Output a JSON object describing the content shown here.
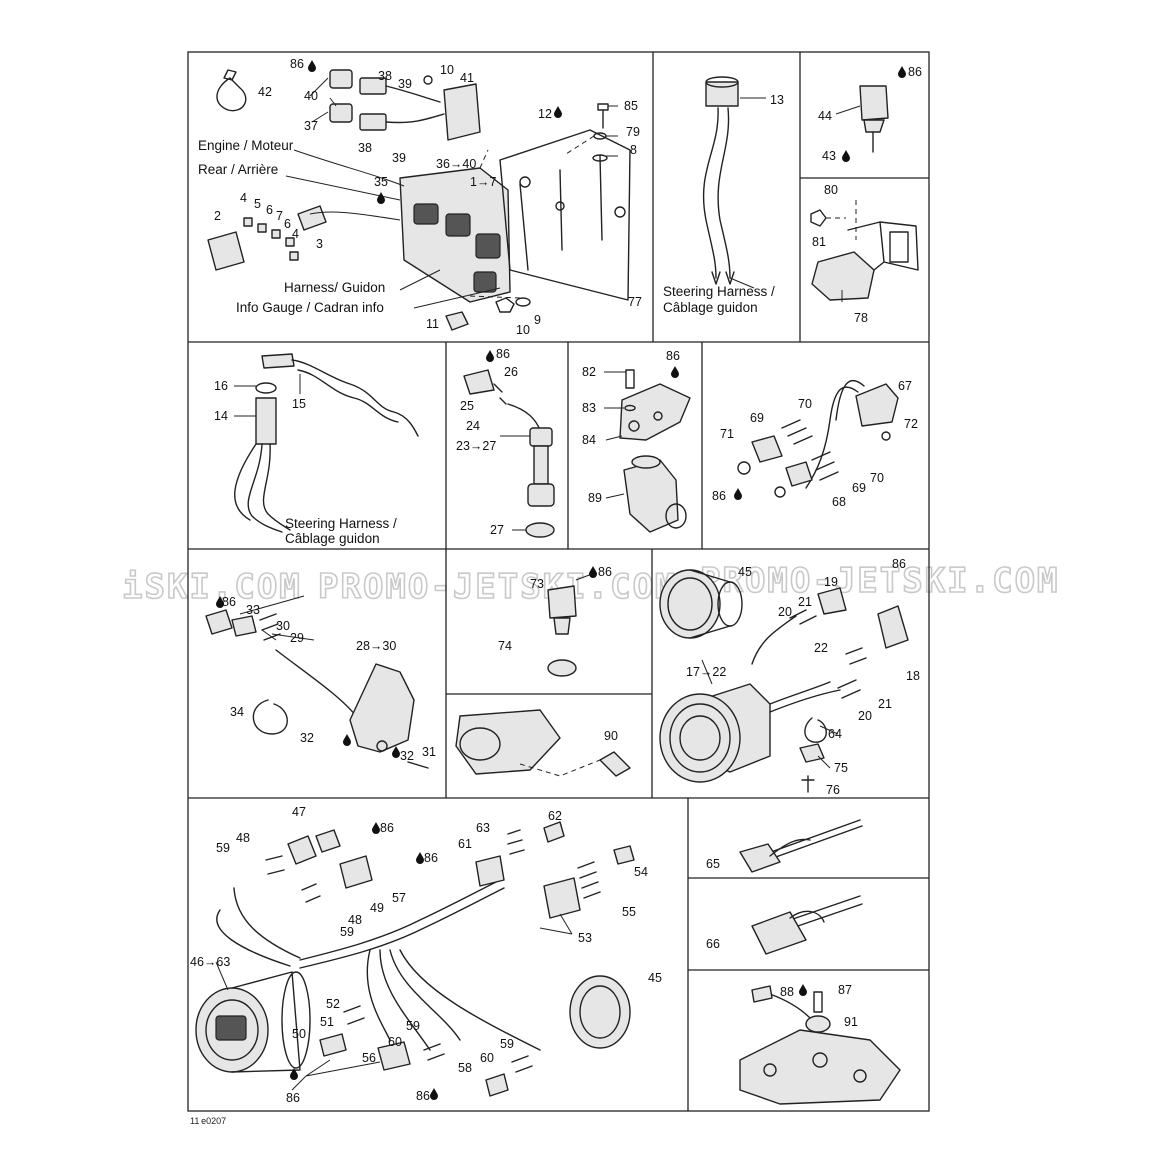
{
  "drawing_code": "11 e0207",
  "watermark": {
    "left": "iSKI.COM",
    "center": "PROMO-JETSKI.COM",
    "right": "PROMO-JETSKI.COM"
  },
  "captions": {
    "engine": "Engine / Moteur",
    "rear": "Rear / Arrière",
    "harness": "Harness/ Guidon",
    "info_gauge": "Info Gauge / Cadran info",
    "steering_a_1": "Steering Harness /",
    "steering_a_2": "Câblage guidon",
    "steering_b_1": "Steering Harness /",
    "steering_b_2": "Câblage guidon"
  },
  "labels": [
    "86",
    "42",
    "38",
    "39",
    "10",
    "41",
    "40",
    "37",
    "38",
    "39",
    "85",
    "12",
    "79",
    "8",
    "36→40",
    "35",
    "1→7",
    "2",
    "4",
    "5",
    "6",
    "7",
    "6",
    "4",
    "3",
    "77",
    "9",
    "10",
    "11",
    "13",
    "86",
    "44",
    "43",
    "80",
    "81",
    "78",
    "16",
    "14",
    "15",
    "86",
    "26",
    "25",
    "24",
    "23→27",
    "27",
    "82",
    "86",
    "83",
    "84",
    "89",
    "67",
    "70",
    "69",
    "72",
    "71",
    "70",
    "69",
    "86",
    "68",
    "86",
    "33",
    "30",
    "29",
    "28→30",
    "34",
    "32",
    "31",
    "32",
    "73",
    "86",
    "74",
    "90",
    "45",
    "86",
    "19",
    "21",
    "20",
    "22",
    "18",
    "17→22",
    "21",
    "20",
    "64",
    "75",
    "76",
    "47",
    "48",
    "86",
    "59",
    "86",
    "57",
    "63",
    "62",
    "61",
    "54",
    "55",
    "49",
    "48",
    "59",
    "53",
    "46→63",
    "45",
    "52",
    "51",
    "50",
    "59",
    "56",
    "60",
    "59",
    "60",
    "58",
    "86",
    "86",
    "65",
    "66",
    "88",
    "87",
    "91"
  ]
}
